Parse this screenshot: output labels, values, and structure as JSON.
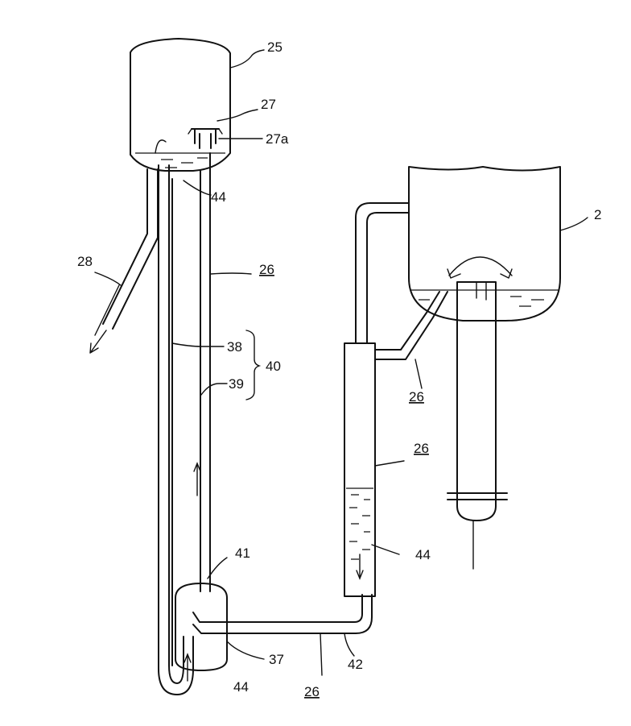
{
  "diagram": {
    "labels": {
      "tank_top": "25",
      "nozzle": "27",
      "nozzle_part": "27a",
      "liquid_top": "44",
      "outlet_pipe": "28",
      "pipe_upper": "26",
      "inner_tube": "38",
      "outer_tube": "39",
      "tube_pair": "40",
      "junction": "41",
      "lower_vessel": "37",
      "liquid_lower_vessel": "44",
      "bottom_pipe_label": "42",
      "pipe_bottom": "26",
      "right_vessel": "2",
      "right_pipe_branch": "26",
      "column": "26",
      "liquid_column": "44"
    }
  }
}
